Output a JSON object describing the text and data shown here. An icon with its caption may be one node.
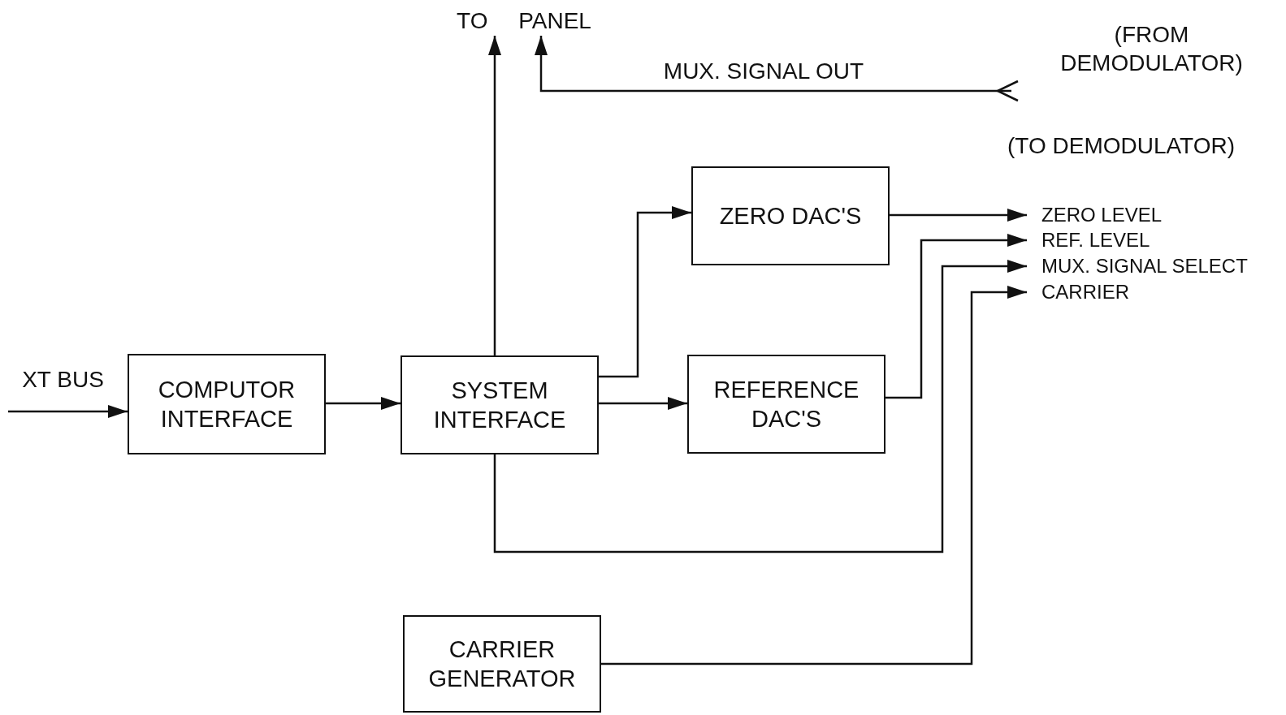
{
  "diagram": {
    "nodes": [
      {
        "text": [
          "COMPUTOR INTERFACE"
        ]
      },
      {
        "text": [
          "SYSTEM INTERFACE"
        ]
      },
      {
        "text": [
          "ZERO DAC'S"
        ]
      },
      {
        "text": [
          "REFERENCE DAC'S"
        ]
      },
      {
        "text": [
          "CARRIER GENERATOR"
        ]
      },
      {
        "text": [
          "TO PANEL"
        ]
      },
      {
        "text": [
          "(FROM DEMODULATOR)"
        ]
      },
      {
        "text": [
          "ZERO LEVEL"
        ]
      },
      {
        "text": [
          "REF. LEVEL"
        ]
      },
      {
        "text": [
          "MUX. SIGNAL SELECT"
        ]
      },
      {
        "text": [
          "CARRIER"
        ]
      }
    ],
    "edges": [
      {
        "from": null,
        "to": 0,
        "arrow": "to",
        "label": "XT BUS"
      },
      {
        "from": 0,
        "to": 1,
        "arrow": "to"
      },
      {
        "from": 1,
        "to": 2,
        "arrow": "to"
      },
      {
        "from": 1,
        "to": 3,
        "arrow": "to"
      },
      {
        "from": 1,
        "to": 5,
        "arrow": "to"
      },
      {
        "from": 6,
        "to": 5,
        "arrow": "to",
        "label": "MUX. SIGNAL OUT"
      },
      {
        "from": 2,
        "to": 7,
        "arrow": "to"
      },
      {
        "from": 3,
        "to": 8,
        "arrow": "to"
      },
      {
        "from": 1,
        "to": 9,
        "arrow": "to"
      },
      {
        "from": 4,
        "to": 10,
        "arrow": "to"
      }
    ],
    "labels": [
      "(TO DEMODULATOR)"
    ]
  }
}
